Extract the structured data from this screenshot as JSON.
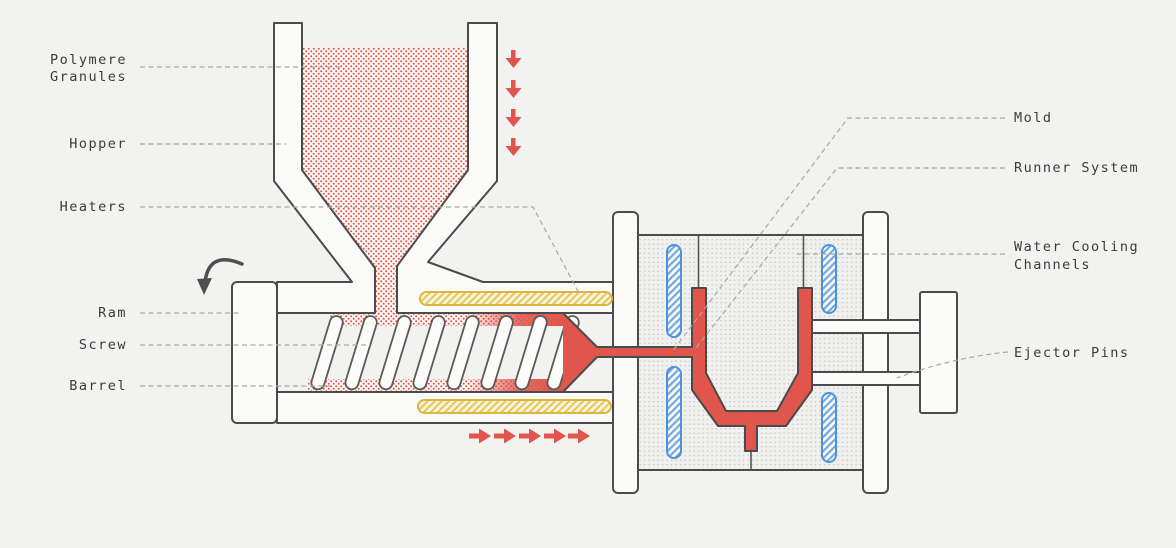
{
  "background": "#f2f2f1",
  "colors": {
    "outline": "#4b4b4b",
    "accent_red": "#e0564c",
    "granule_dot_red": "#de5448",
    "heater_yellow_stroke": "#dcb53f",
    "heater_yellow_hatch": "#e6c75c",
    "cooling_blue_stroke": "#4e92dd",
    "cooling_blue_hatch": "#6ea9e4",
    "mold_dot_gray": "#c8c8c4",
    "leader_gray": "#a8a8a8",
    "label_text": "#3b3b3b"
  },
  "labels": {
    "polymere_granules": {
      "line1": "Polymere",
      "line2": "Granules"
    },
    "hopper": "Hopper",
    "heaters": "Heaters",
    "ram": "Ram",
    "screw": "Screw",
    "barrel": "Barrel",
    "mold": "Mold",
    "runner_system": "Runner System",
    "water_cooling_channels": {
      "line1": "Water Cooling",
      "line2": "Channels"
    },
    "ejector_pins": "Ejector Pins"
  },
  "icons": {
    "gravity_flow": "down-arrow-icon",
    "injection_flow": "right-arrow-icon",
    "screw_rotation": "curved-arrow-icon"
  },
  "counts": {
    "down_arrows": 4,
    "right_arrows": 5,
    "screw_flights": 8,
    "heater_bands": 2,
    "cooling_channels": 4,
    "ejector_pins": 2
  }
}
